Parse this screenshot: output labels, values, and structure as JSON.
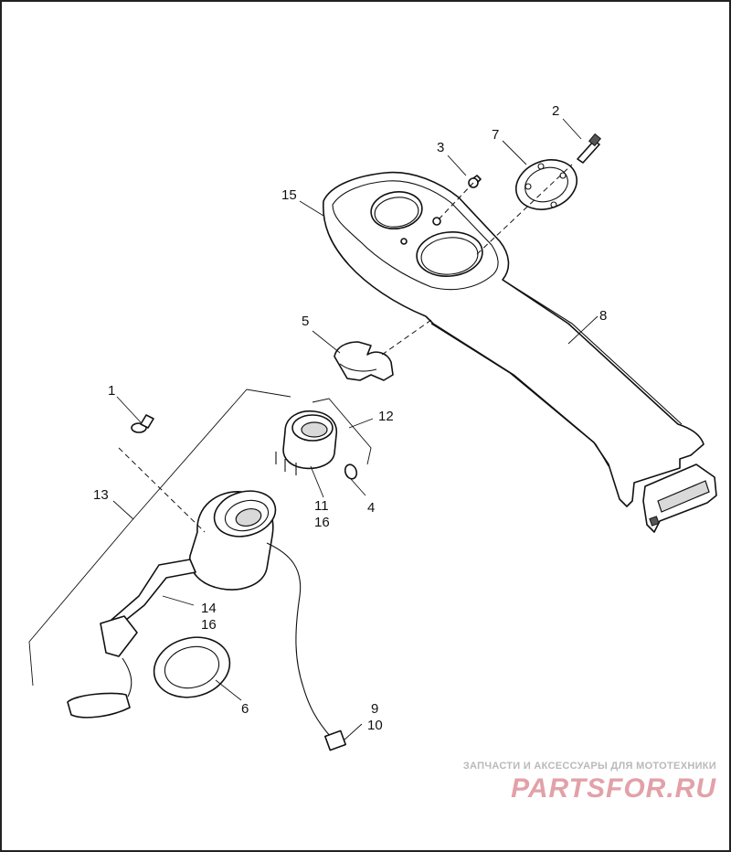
{
  "callouts": {
    "c1": "1",
    "c2": "2",
    "c3": "3",
    "c4": "4",
    "c5": "5",
    "c6": "6",
    "c7": "7",
    "c8": "8",
    "c9": "9",
    "c10": "10",
    "c11": "11",
    "c12": "12",
    "c13": "13",
    "c14": "14",
    "c15": "15",
    "c16a": "16",
    "c16b": "16"
  },
  "watermark": {
    "caption": "ЗАПЧАСТИ И АКСЕССУАРЫ ДЛЯ МОТОТЕХНИКИ",
    "logo": "PARTSFOR.RU"
  }
}
